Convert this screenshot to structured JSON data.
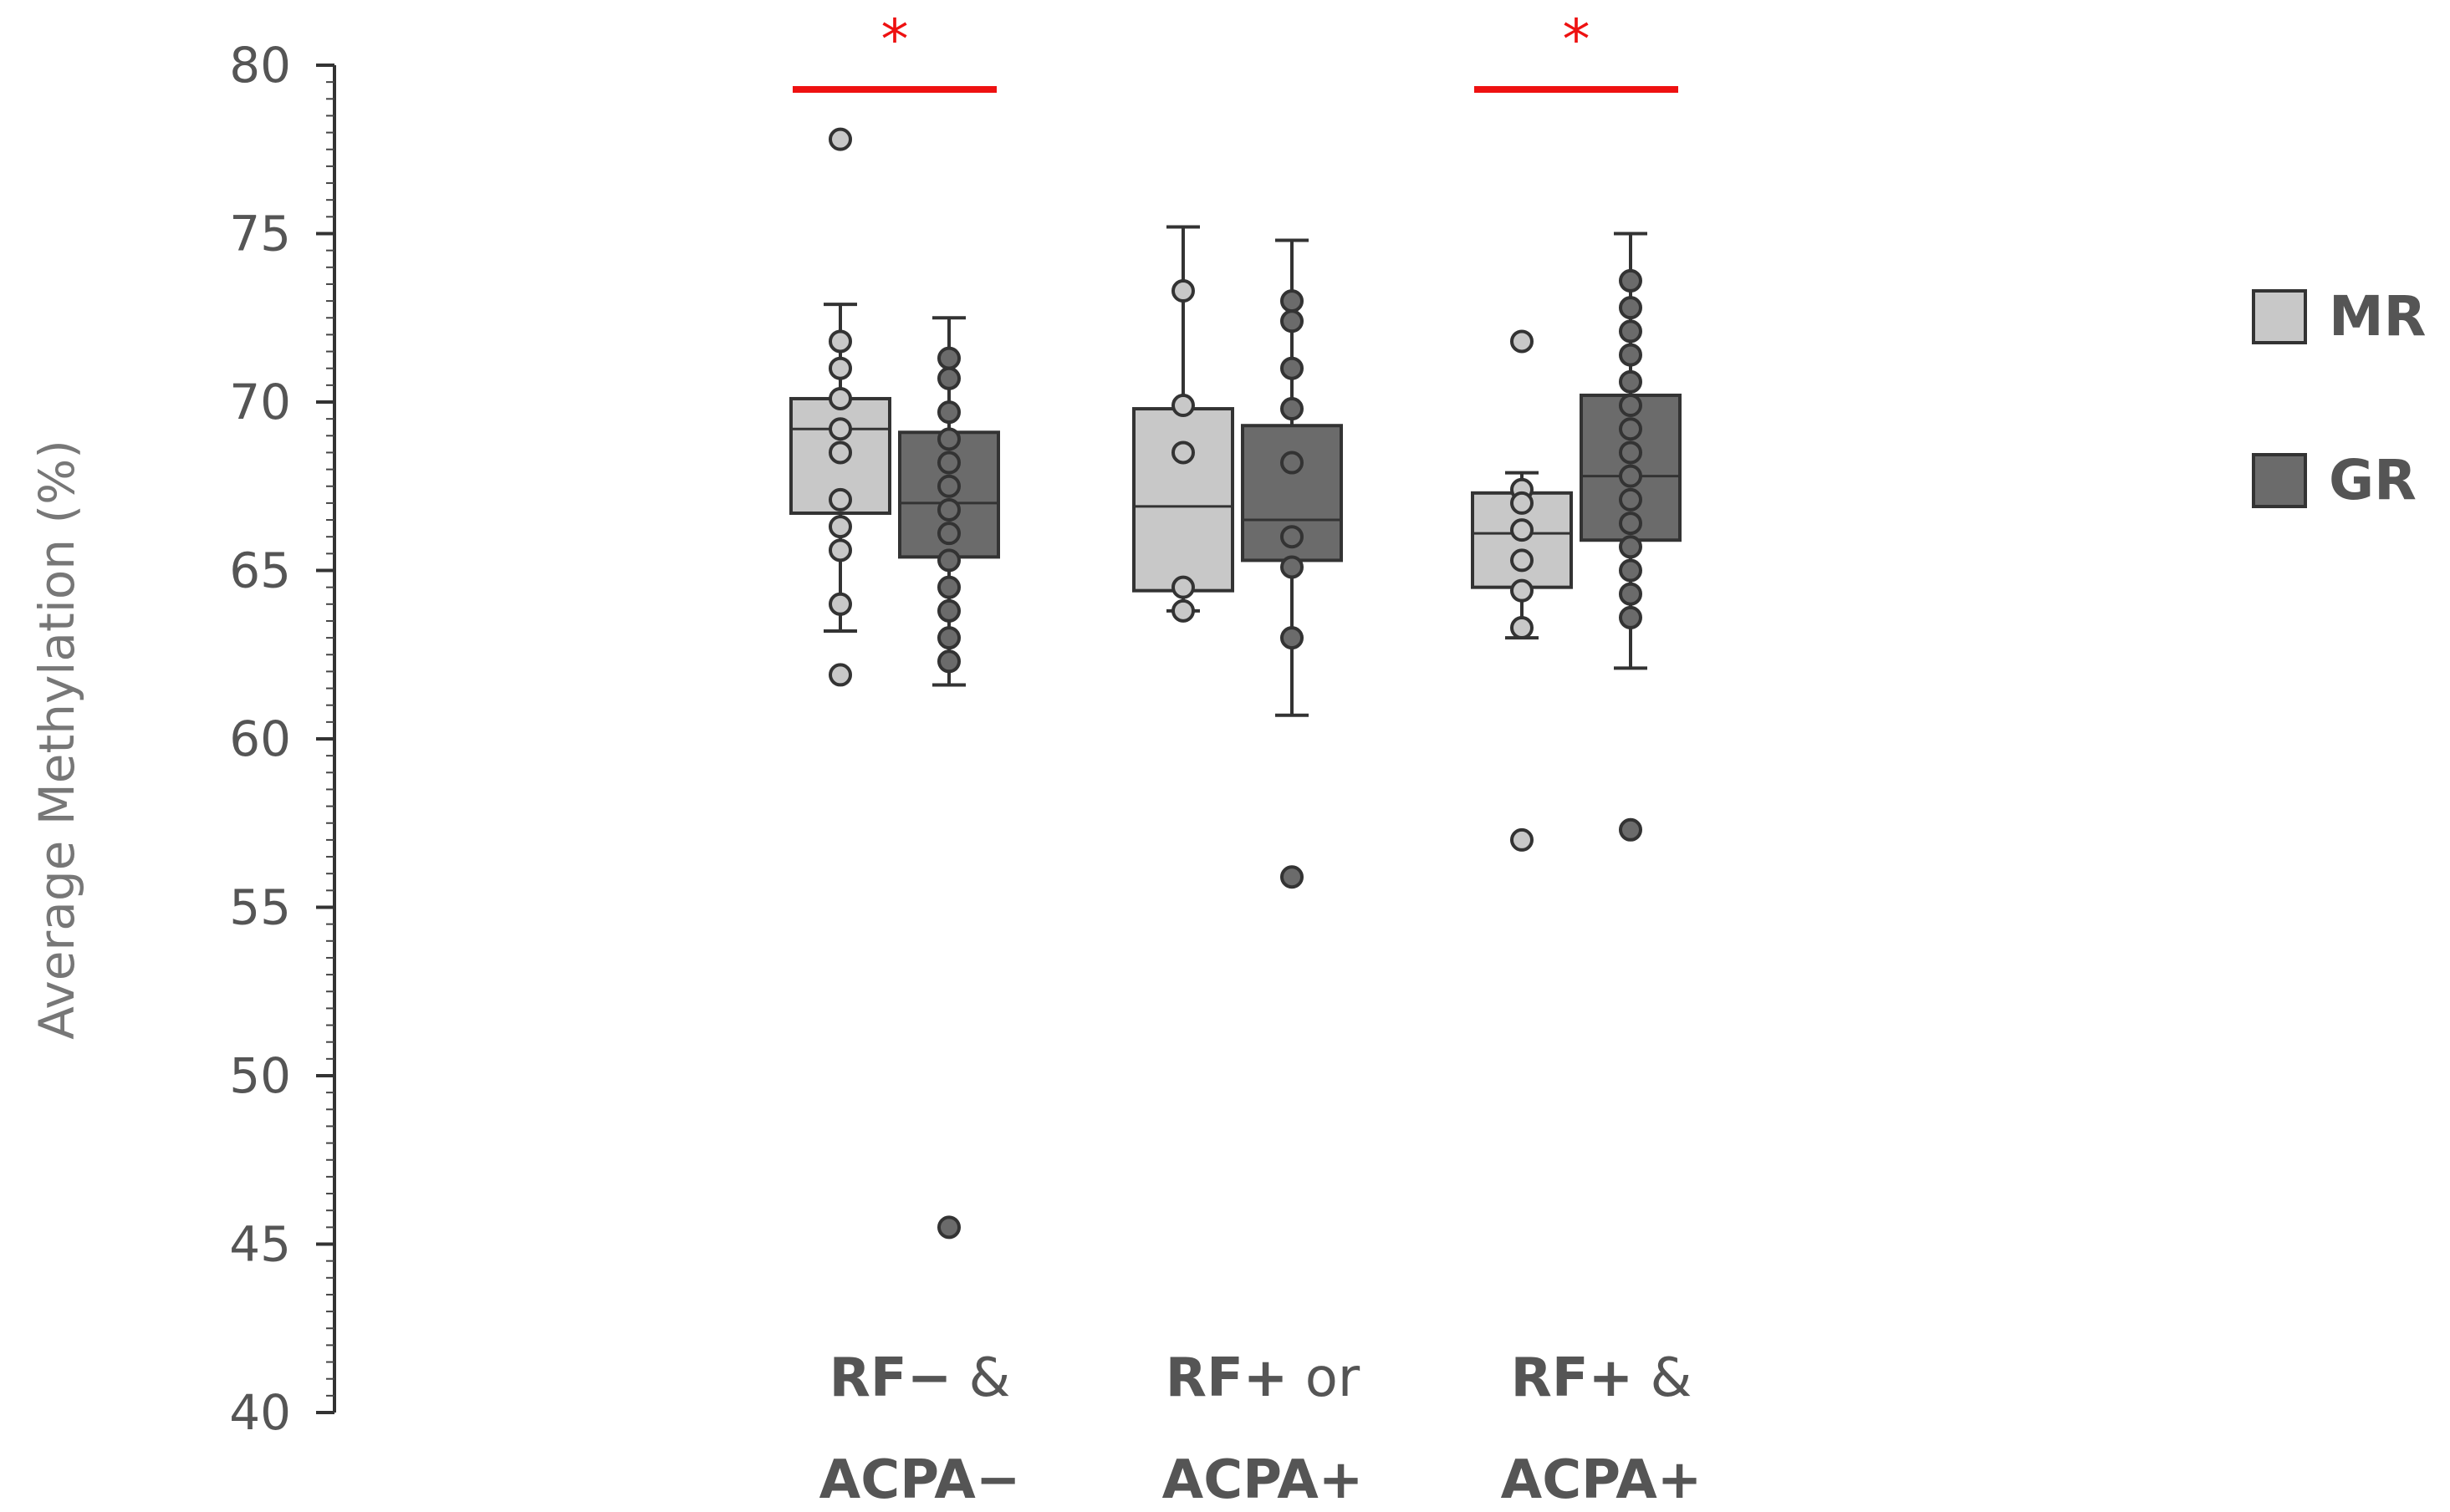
{
  "chart_data": {
    "type": "box",
    "ylabel": "Average Methylation (%)",
    "xlabel": "",
    "ylim": [
      40,
      80
    ],
    "yticks": [
      40,
      45,
      50,
      55,
      60,
      65,
      70,
      75,
      80
    ],
    "minor_tick_step": 0.5,
    "grid": false,
    "legend_placement": "right",
    "colors": {
      "MR": "#c8c8c8",
      "GR": "#6b6b6b",
      "significance": "#ee1111",
      "outline": "#333333"
    },
    "significance_symbol": "*",
    "categories": [
      {
        "label_lines": [
          {
            "bold": "RF−",
            "normal": " &"
          },
          {
            "bold": "ACPA−",
            "normal": ""
          }
        ],
        "significant": true
      },
      {
        "label_lines": [
          {
            "bold": "RF+",
            "normal": " or"
          },
          {
            "bold": "ACPA+",
            "normal": ""
          }
        ],
        "significant": false
      },
      {
        "label_lines": [
          {
            "bold": "RF+",
            "normal": " &"
          },
          {
            "bold": "ACPA+",
            "normal": ""
          }
        ],
        "significant": true
      }
    ],
    "series": [
      {
        "name": "MR",
        "boxes": [
          {
            "whisker_low": 63.2,
            "q1": 66.7,
            "median": 69.2,
            "q3": 70.1,
            "whisker_high": 72.9,
            "points": [
              77.8,
              71.8,
              71.0,
              70.1,
              69.2,
              68.5,
              67.1,
              66.3,
              65.6,
              64.0,
              61.9
            ]
          },
          {
            "whisker_low": 63.8,
            "q1": 64.4,
            "median": 66.9,
            "q3": 69.8,
            "whisker_high": 75.2,
            "points": [
              73.3,
              69.9,
              68.5,
              64.5,
              63.8
            ]
          },
          {
            "whisker_low": 63.0,
            "q1": 64.5,
            "median": 66.1,
            "q3": 67.3,
            "whisker_high": 67.9,
            "points": [
              71.8,
              67.4,
              67.0,
              66.2,
              65.3,
              64.4,
              63.3,
              57.0
            ]
          }
        ]
      },
      {
        "name": "GR",
        "boxes": [
          {
            "whisker_low": 61.6,
            "q1": 65.4,
            "median": 67.0,
            "q3": 69.1,
            "whisker_high": 72.5,
            "points": [
              71.3,
              70.7,
              69.7,
              68.9,
              68.2,
              67.5,
              66.8,
              66.1,
              65.3,
              64.5,
              63.8,
              63.0,
              62.3,
              45.5
            ]
          },
          {
            "whisker_low": 60.7,
            "q1": 65.3,
            "median": 66.5,
            "q3": 69.3,
            "whisker_high": 74.8,
            "points": [
              73.0,
              72.4,
              71.0,
              69.8,
              68.2,
              66.0,
              65.1,
              63.0,
              55.9
            ]
          },
          {
            "whisker_low": 62.1,
            "q1": 65.9,
            "median": 67.8,
            "q3": 70.2,
            "whisker_high": 75.0,
            "points": [
              73.6,
              72.8,
              72.1,
              71.4,
              70.6,
              69.9,
              69.2,
              68.5,
              67.8,
              67.1,
              66.4,
              65.7,
              65.0,
              64.3,
              63.6,
              57.3
            ]
          }
        ]
      }
    ]
  }
}
